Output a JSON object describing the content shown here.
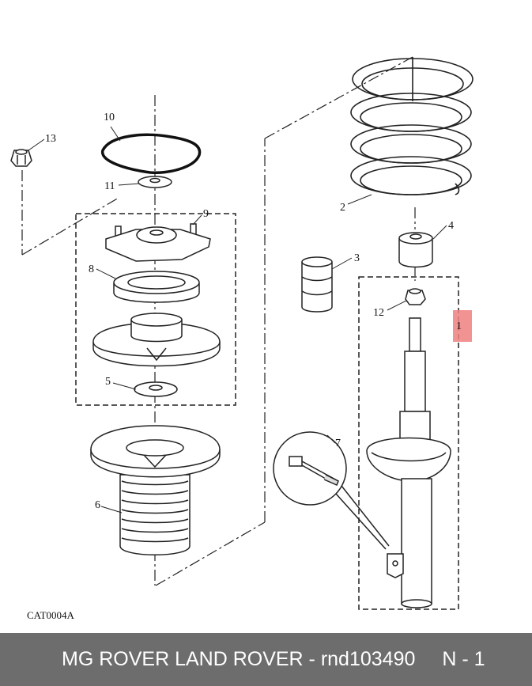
{
  "diagram": {
    "catalog_ref": "CAT0004A",
    "highlight_color": "#f08080",
    "callouts": {
      "c1": "1",
      "c2": "2",
      "c3": "3",
      "c4": "4",
      "c5": "5",
      "c6": "6",
      "c7": "7",
      "c8": "8",
      "c9": "9",
      "c10": "10",
      "c11": "11",
      "c12": "12",
      "c13": "13"
    }
  },
  "footer": {
    "text": "MG ROVER LAND ROVER - rnd103490",
    "page": "N - 1",
    "background": "#6d6d6d"
  }
}
